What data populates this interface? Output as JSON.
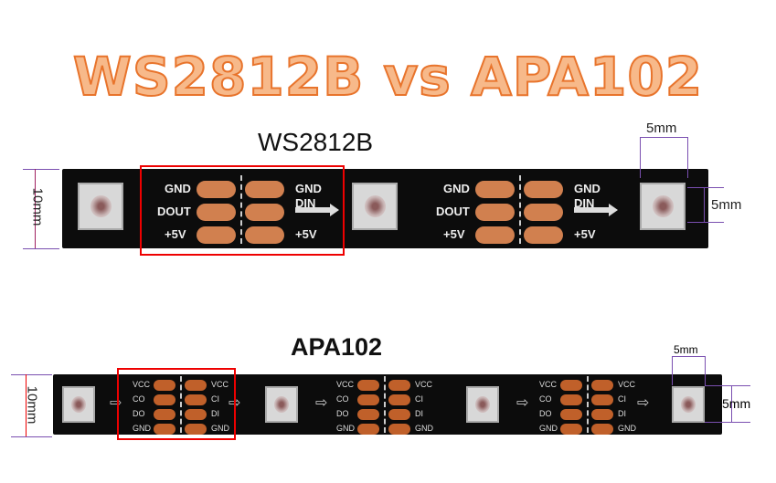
{
  "title": "WS2812B vs APA102",
  "ws2812b": {
    "label": "WS2812B",
    "height": "10mm",
    "led_width": "5mm",
    "led_height": "5mm",
    "pins_out": [
      "GND",
      "DOUT",
      "+5V"
    ],
    "pins_in": [
      "GND",
      "DIN",
      "+5V"
    ]
  },
  "apa102": {
    "label": "APA102",
    "height": "10mm",
    "led_width": "5mm",
    "led_height": "5mm",
    "pins_out": [
      "VCC",
      "CO",
      "DO",
      "GND"
    ],
    "pins_in": [
      "VCC",
      "CI",
      "DI",
      "GND"
    ],
    "arrow": "⇨"
  },
  "colors": {
    "title_fill": "#f7b98a",
    "title_stroke": "#e8742c",
    "highlight": "#ee0000",
    "pad": "#d1804f"
  }
}
